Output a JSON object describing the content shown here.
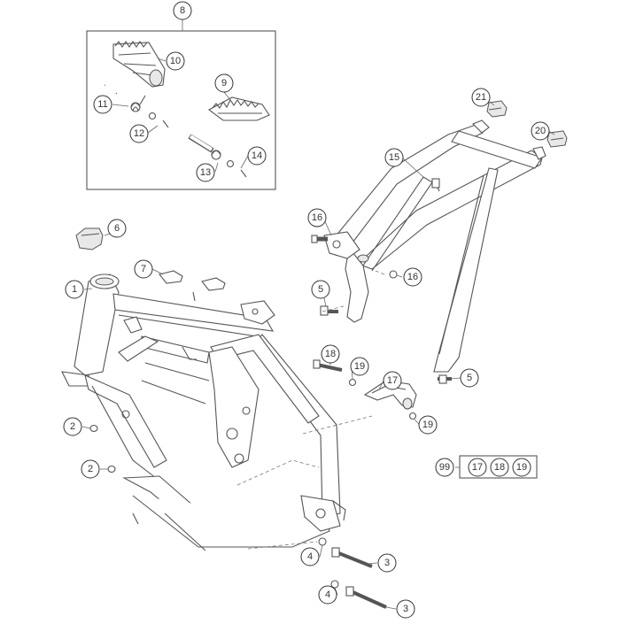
{
  "diagram": {
    "callouts": [
      {
        "id": "c8",
        "label": "8"
      },
      {
        "id": "c10",
        "label": "10"
      },
      {
        "id": "c9",
        "label": "9"
      },
      {
        "id": "c11",
        "label": "11"
      },
      {
        "id": "c12",
        "label": "12"
      },
      {
        "id": "c13",
        "label": "13"
      },
      {
        "id": "c14",
        "label": "14"
      },
      {
        "id": "c21",
        "label": "21"
      },
      {
        "id": "c20",
        "label": "20"
      },
      {
        "id": "c15",
        "label": "15"
      },
      {
        "id": "c16a",
        "label": "16"
      },
      {
        "id": "c16b",
        "label": "16"
      },
      {
        "id": "c5a",
        "label": "5"
      },
      {
        "id": "c5b",
        "label": "5"
      },
      {
        "id": "c6",
        "label": "6"
      },
      {
        "id": "c7",
        "label": "7"
      },
      {
        "id": "c1",
        "label": "1"
      },
      {
        "id": "c18",
        "label": "18"
      },
      {
        "id": "c19a",
        "label": "19"
      },
      {
        "id": "c17",
        "label": "17"
      },
      {
        "id": "c19b",
        "label": "19"
      },
      {
        "id": "c2a",
        "label": "2"
      },
      {
        "id": "c2b",
        "label": "2"
      },
      {
        "id": "c4a",
        "label": "4"
      },
      {
        "id": "c3a",
        "label": "3"
      },
      {
        "id": "c4b",
        "label": "4"
      },
      {
        "id": "c3b",
        "label": "3"
      }
    ],
    "kit": {
      "number": "99",
      "items": [
        "17",
        "18",
        "19"
      ]
    },
    "colors": {
      "line": "#555555",
      "fill": "#ffffff",
      "part_shade": "#e8e8e8",
      "text": "#333333"
    }
  }
}
